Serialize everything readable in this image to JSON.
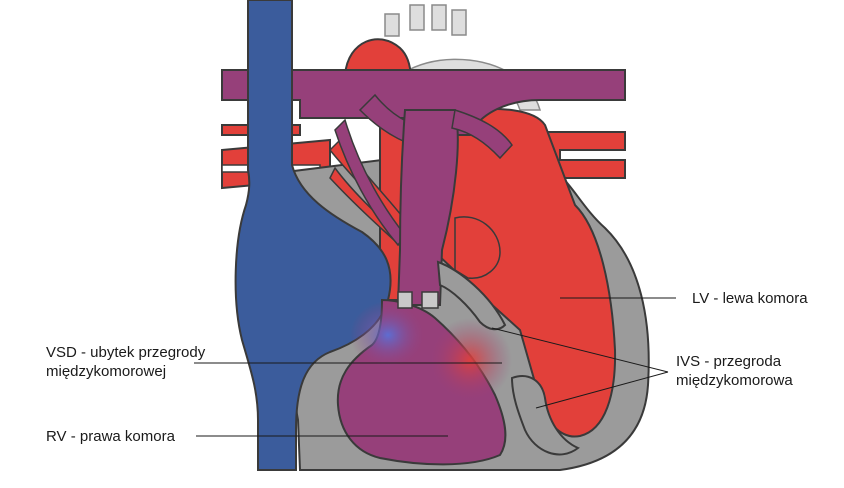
{
  "labels": {
    "vsd": {
      "line1": "VSD - ubytek przegrody",
      "line2": "międzykomorowej"
    },
    "rv": "RV - prawa komora",
    "lv": "LV - lewa komora",
    "ivs": {
      "line1": "IVS - przegroda",
      "line2": "międzykomorowa"
    }
  },
  "colors": {
    "oxygenated": "#e2403a",
    "deoxygenated": "#3b5c9c",
    "mixed": "#96407a",
    "wall": "#9b9b9b",
    "outline": "#3a3a3a",
    "aortic_arch_background": "#dedede"
  }
}
